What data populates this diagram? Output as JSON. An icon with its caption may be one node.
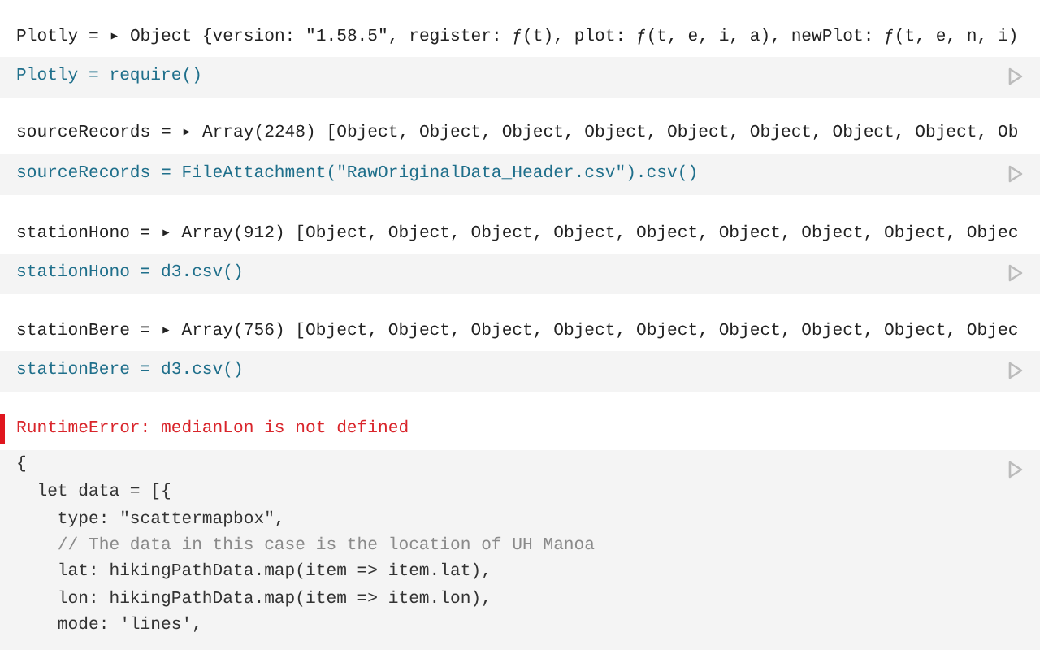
{
  "diagram": {
    "labels": [
      "Plotly = ▸ Object {version: \"1.58.5\", register: ƒ(t), plot: ƒ(t, e, i, a), newPlot: ƒ(t, e, n, i)",
      "Plotly = require()",
      "sourceRecords = ▸ Array(2248) [Object, Object, Object, Object, Object, Object, Object, Object, Ob",
      "sourceRecords = FileAttachment(\"RawOriginalData_Header.csv\").csv()",
      "stationHono = ▸ Array(912) [Object, Object, Object, Object, Object, Object, Object, Object, Objec",
      "stationHono = d3.csv()",
      "stationBere = ▸ Array(756) [Object, Object, Object, Object, Object, Object, Object, Object, Objec",
      "stationBere = d3.csv()",
      "RuntimeError: medianLon is not defined",
      "{",
      "  let data = [{",
      "    type: \"scattermapbox\",",
      "    // The data in this case is the location of UH Manoa",
      "    lat: hikingPathData.map(item => item.lat),",
      "    lon: hikingPathData.map(item => item.lon),",
      "    mode: 'lines',"
    ]
  }
}
